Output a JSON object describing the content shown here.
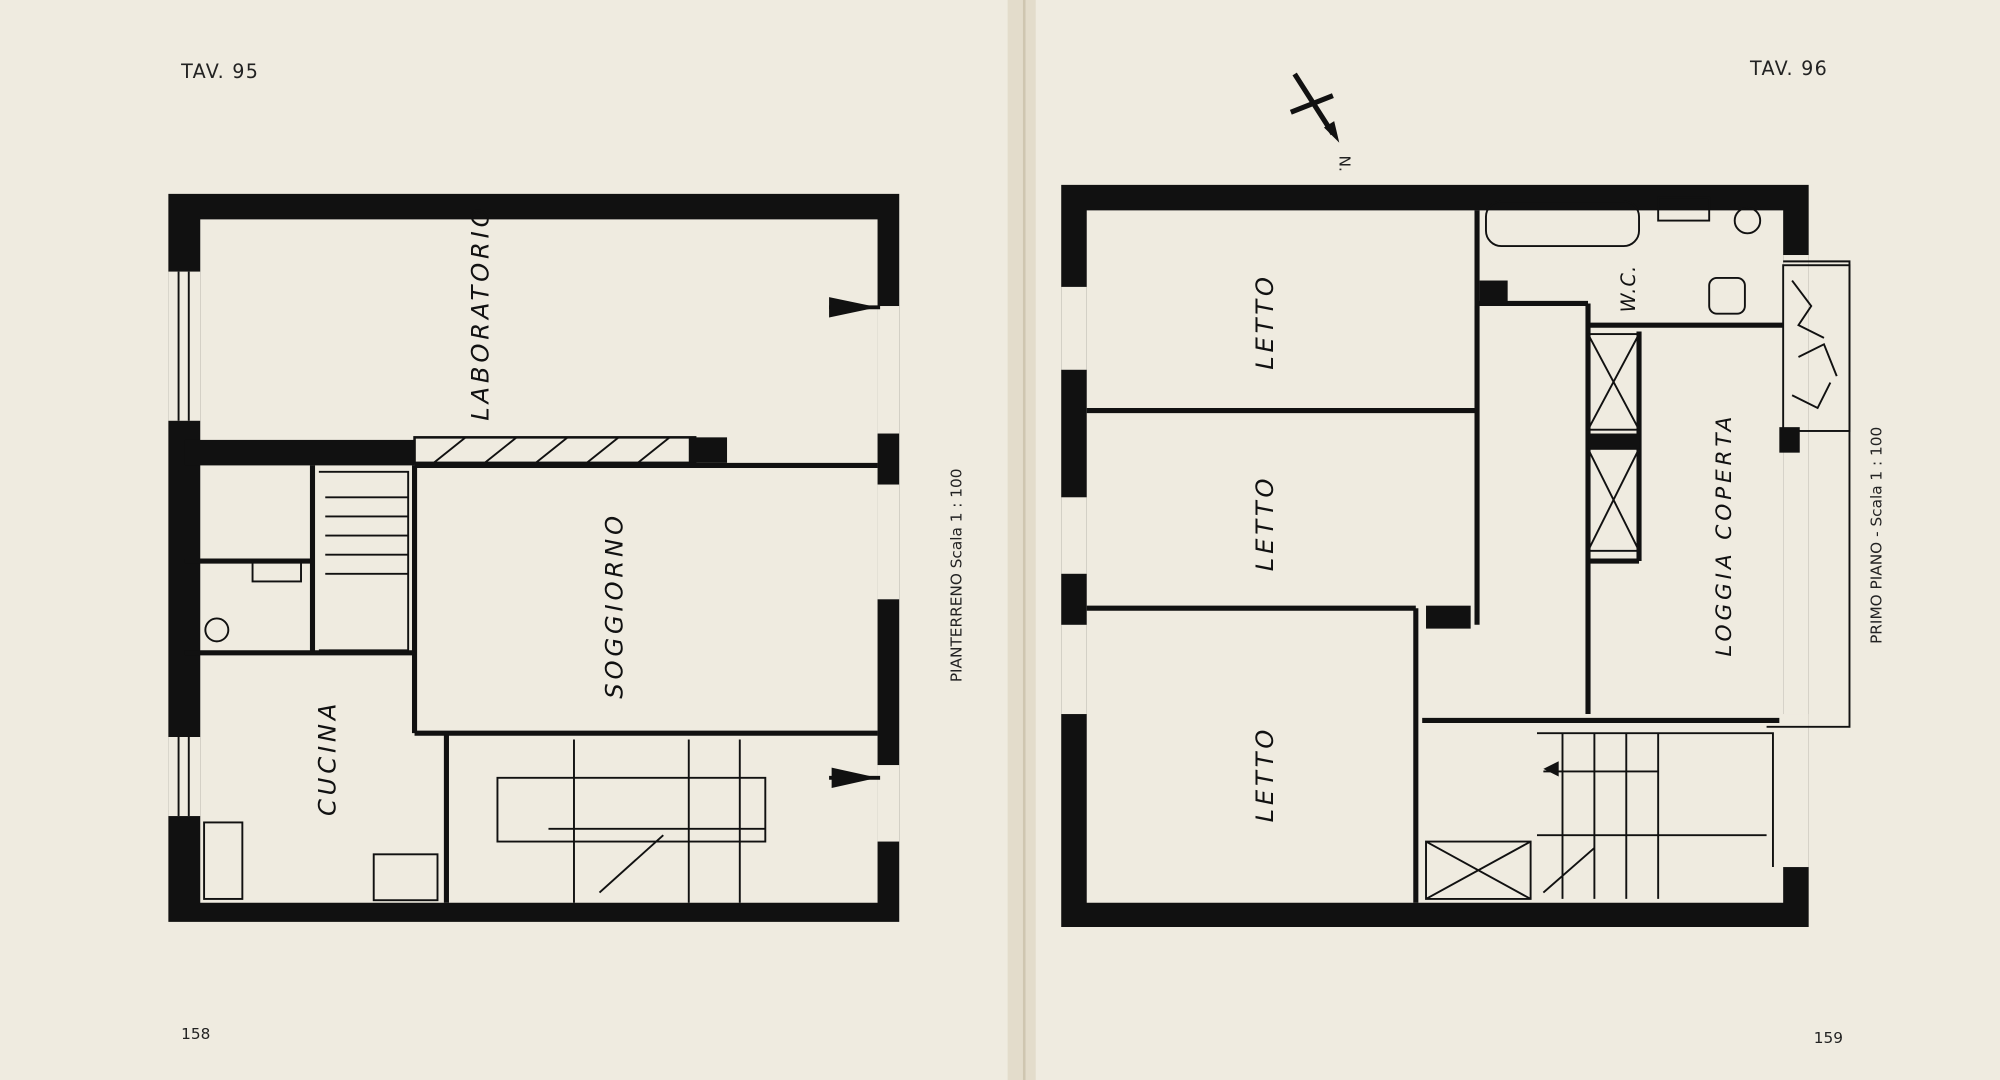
{
  "left_page": {
    "plate": "TAV. 95",
    "page_number": "158",
    "caption": "PIANTERRENO Scala 1 : 100",
    "rooms": [
      "LABORATORIO",
      "SOGGIORNO",
      "CUCINA"
    ]
  },
  "right_page": {
    "plate": "TAV. 96",
    "page_number": "159",
    "caption": "PRIMO PIANO - Scala 1 : 100",
    "north_label": "N.",
    "rooms": [
      "LETTO",
      "LETTO",
      "LETTO",
      "W.C.",
      "LOGGIA COPERTA"
    ]
  },
  "colors": {
    "paper": "#efebe0",
    "ink": "#111111",
    "gutter": "#e3dccb"
  }
}
